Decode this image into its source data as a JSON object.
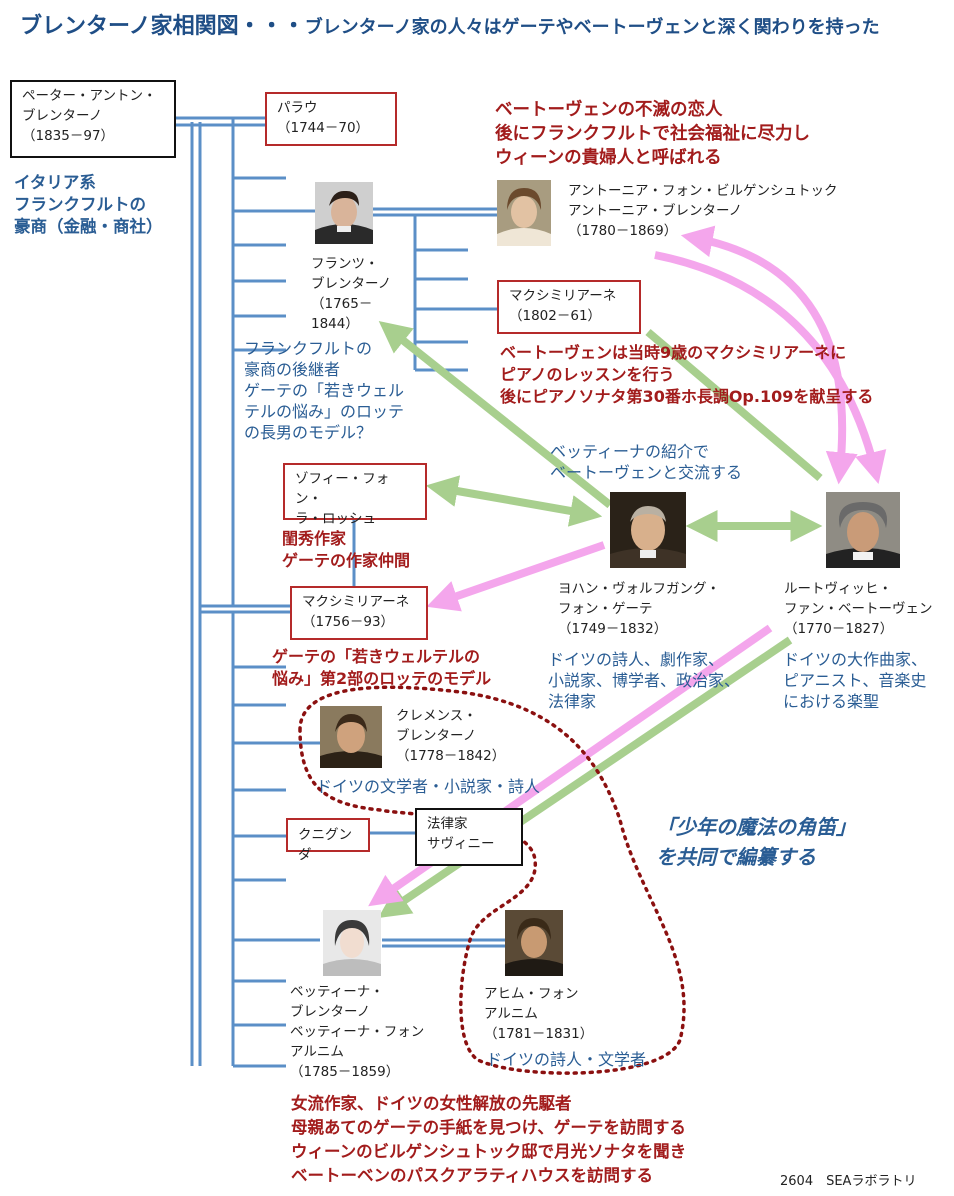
{
  "title": {
    "main": "ブレンターノ家相関図・・・",
    "sub": "ブレンターノ家の人々はゲーテやベートーヴェンと深く関わりを持った"
  },
  "people": {
    "peter": [
      "ペーター・アントン・",
      "ブレンターノ",
      "（1835－97）"
    ],
    "paula": [
      "パラウ",
      "（1744－70）"
    ],
    "franz": [
      "フランツ・",
      "ブレンターノ",
      "（1765－",
      "1844）"
    ],
    "antonia": [
      "アントーニア・フォン・ビルゲンシュトック",
      "アントーニア・ブレンターノ",
      "（1780－1869）"
    ],
    "maximiliane_young": [
      "マクシミリアーネ",
      "（1802－61）"
    ],
    "sophie": [
      "ゾフィー・フォン・",
      "ラ・ロッシュ"
    ],
    "maximiliane": [
      "マクシミリアーネ",
      "（1756－93）"
    ],
    "goethe": [
      "ヨハン・ヴォルフガング・",
      "フォン・ゲーテ",
      "（1749－1832）"
    ],
    "beethoven": [
      "ルートヴィッヒ・",
      "ファン・ベートーヴェン",
      "（1770－1827）"
    ],
    "clemens": [
      "クレメンス・",
      "ブレンターノ",
      "（1778－1842）"
    ],
    "kunigunde": [
      "クニグンダ"
    ],
    "savigny": [
      "法律家",
      "サヴィニー"
    ],
    "bettina": [
      "ベッティーナ・",
      "ブレンターノ",
      "ベッティーナ・フォン",
      "アルニム",
      "（1785－1859）"
    ],
    "achim": [
      "アヒム・フォン",
      "アルニム",
      "（1781－1831）"
    ]
  },
  "notes": {
    "italian": [
      "イタリア系",
      "フランクフルトの",
      "豪商（金融・商社）"
    ],
    "antonia_red": [
      "ベートーヴェンの不滅の恋人",
      "後にフランクフルトで社会福祉に尽力し",
      "ウィーンの貴婦人と呼ばれる"
    ],
    "franz_blue": [
      "フランクフルトの",
      "豪商の後継者",
      "ゲーテの「若きウェル",
      "テルの悩み」のロッテ",
      "の長男のモデル？"
    ],
    "maxi_young_red": [
      "ベートーヴェンは当時9歳のマクシミリアーネに",
      "ピアノのレッスンを行う",
      " 後にピアノソナタ第30番ホ長調Op.109を献呈する"
    ],
    "bettina_intro": [
      "ベッティーナの紹介で",
      "ベートーヴェンと交流する"
    ],
    "sophie_red": [
      "閨秀作家",
      "ゲーテの作家仲間"
    ],
    "maxi_red": [
      "ゲーテの「若きウェルテルの",
      "悩み」第2部のロッテのモデル"
    ],
    "goethe_blue": [
      "ドイツの詩人、劇作家、",
      "小説家、博学者、政治家、",
      "法律家"
    ],
    "beethoven_blue": [
      "ドイツの大作曲家、",
      "ピアニスト、音楽史",
      "における楽聖"
    ],
    "clemens_blue": "ドイツの文学者・小説家・詩人",
    "wunderhorn": [
      "「少年の魔法の角笛」",
      "を共同で編纂する"
    ],
    "achim_blue": "ドイツの詩人・文学者",
    "bettina_red": [
      "女流作家、ドイツの女性解放の先駆者",
      "母親あてのゲーテの手紙を見つけ、ゲーテを訪問する",
      "ウィーンのビルゲンシュトック邸で月光ソナタを聞き",
      "ベートーベンのパスクアラティハウスを訪問する"
    ]
  },
  "credit": "2604　SEAラボラトリ",
  "colors": {
    "title": "#1f4e86",
    "tree_line": "#5b8fc7",
    "green_arrow": "#a8cf8e",
    "pink_arrow": "#f4a6ec",
    "red_text": "#a21c1c",
    "blue_text": "#2a5d94",
    "dotted_outline": "#8b1010"
  }
}
